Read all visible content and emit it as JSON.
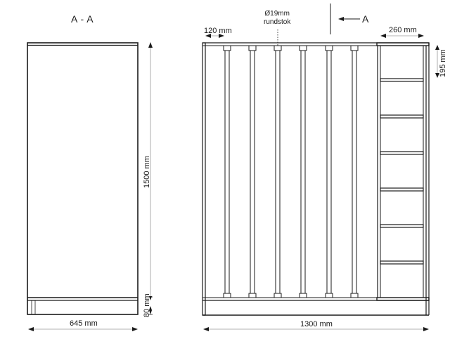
{
  "section_view": {
    "title": "A - A",
    "width_label": "645 mm",
    "height_label": "1500 mm",
    "base_label": "80 mm"
  },
  "front_view": {
    "section_marker": "A",
    "rod_spacing_label": "120 mm",
    "rod_note_line1": "Ø19mm",
    "rod_note_line2": "rundstok",
    "shelf_width_label": "260 mm",
    "shelf_spacing_label": "195 mm",
    "total_width_label": "1300 mm",
    "rod_count": 6,
    "shelf_count": 7
  },
  "colors": {
    "line": "#1a1a1a",
    "dim_line": "#9a9a9a",
    "background": "#ffffff"
  }
}
